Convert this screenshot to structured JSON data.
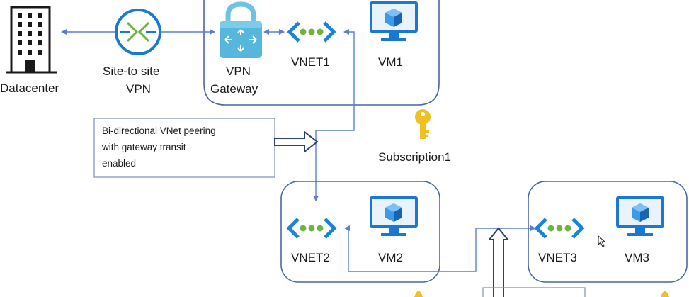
{
  "labels": {
    "datacenter": "Datacenter",
    "s2s_line1": "Site-to site",
    "s2s_line2": "VPN",
    "vpn_gw_line1": "VPN",
    "vpn_gw_line2": "Gateway",
    "vnet1": "VNET1",
    "vm1": "VM1",
    "subscription1": "Subscription1",
    "vnet2": "VNET2",
    "vm2": "VM2",
    "vnet3": "VNET3",
    "vm3": "VM3"
  },
  "note": {
    "line1": "Bi-directional VNet peering",
    "line2": "with gateway transit",
    "line3": "enabled"
  },
  "icons": [
    "building-icon",
    "vpn-connection-icon",
    "vpn-gateway-icon",
    "vnet-icon",
    "virtual-machine-icon",
    "key-icon"
  ],
  "colors": {
    "border": "#4a67a8",
    "line": "#5a7fcf",
    "vnet_bracket": "#1a82d8",
    "vnet_dots": "#6fb33f",
    "vm_blue": "#1a78d2",
    "key_gold": "#f0c020",
    "lock_teal": "#56b6dc"
  }
}
